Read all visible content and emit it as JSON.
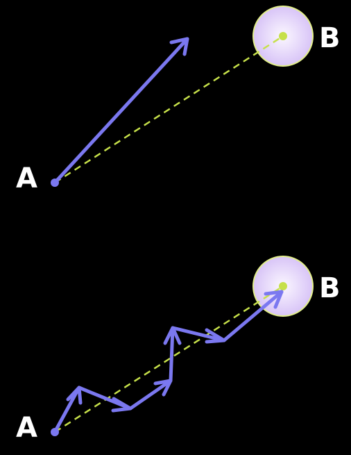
{
  "colors": {
    "background": "#000000",
    "vector": "#7b78f0",
    "dashed_line": "#c6e04a",
    "target_fill_center": "#fbf7ff",
    "target_fill_edge": "#d8c4f7",
    "target_stroke": "#e2ef8a",
    "point": "#7b78f0",
    "target_point": "#c6e04a",
    "label": "#ffffff"
  },
  "top_panel": {
    "start_label": "A",
    "end_label": "B"
  },
  "bottom_panel": {
    "start_label": "A",
    "end_label": "B"
  }
}
